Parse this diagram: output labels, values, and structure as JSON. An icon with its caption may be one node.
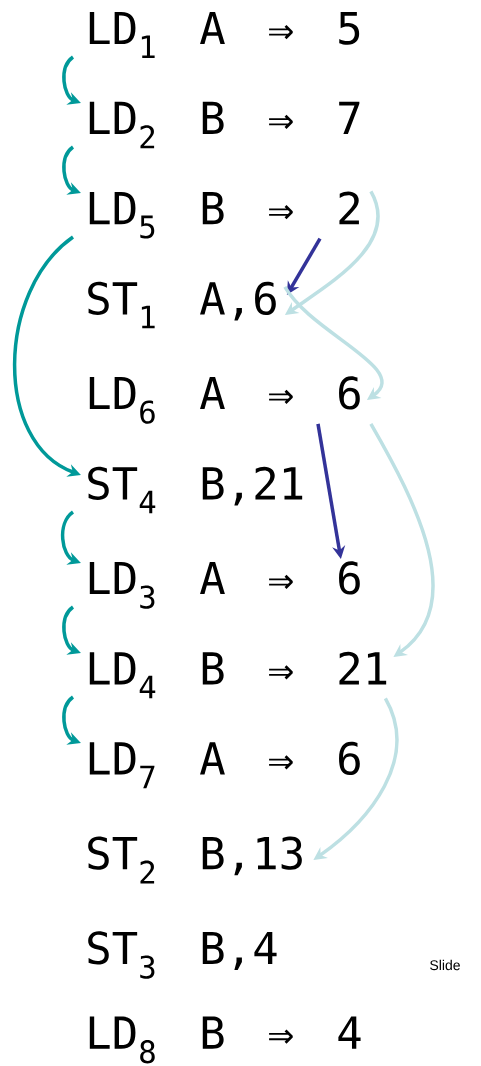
{
  "diagram": {
    "nodes": [
      {
        "text": [
          "LD$_{1}$ A ⇒ 5"
        ]
      },
      {
        "text": [
          "LD$_{2}$ B ⇒ 7"
        ]
      },
      {
        "text": [
          "LD$_{5}$ B ⇒ 2"
        ]
      },
      {
        "text": [
          "ST$_{1}$ A,6"
        ]
      },
      {
        "text": [
          "LD$_{6}$ A ⇒ 6"
        ]
      },
      {
        "text": [
          "ST$_{4}$ B,21"
        ]
      },
      {
        "text": [
          "LD$_{3}$ A ⇒ 6"
        ]
      },
      {
        "text": [
          "LD$_{4}$ B ⇒ 21"
        ]
      },
      {
        "text": [
          "LD$_{7}$ A ⇒ 6"
        ]
      },
      {
        "text": [
          "ST$_{2}$ B,13"
        ]
      },
      {
        "text": [
          "ST$_{3}$ B,4"
        ]
      },
      {
        "text": [
          "LD$_{8}$ B ⇒ 4"
        ]
      }
    ],
    "edges": [
      {
        "from": 0,
        "to": 1,
        "arrow": "to"
      },
      {
        "from": 1,
        "to": 2,
        "arrow": "to"
      },
      {
        "from": 2,
        "to": 5,
        "arrow": "to"
      },
      {
        "from": 5,
        "to": 6,
        "arrow": "to"
      },
      {
        "from": 6,
        "to": 7,
        "arrow": "to"
      },
      {
        "from": 7,
        "to": 8,
        "arrow": "to"
      },
      {
        "from": 2,
        "to": 3,
        "arrow": "to",
        "color": "#333399"
      },
      {
        "from": 4,
        "to": 6,
        "arrow": "to",
        "color": "#333399"
      },
      {
        "from": 2,
        "to": 3,
        "arrow": "to",
        "color": "#bde0e3"
      },
      {
        "from": 3,
        "to": 4,
        "arrow": "to",
        "color": "#bde0e3"
      },
      {
        "from": 4,
        "to": 7,
        "arrow": "to",
        "color": "#bde0e3"
      },
      {
        "from": 7,
        "to": 9,
        "arrow": "to",
        "color": "#bde0e3"
      }
    ],
    "labels": [
      "Slide"
    ]
  }
}
